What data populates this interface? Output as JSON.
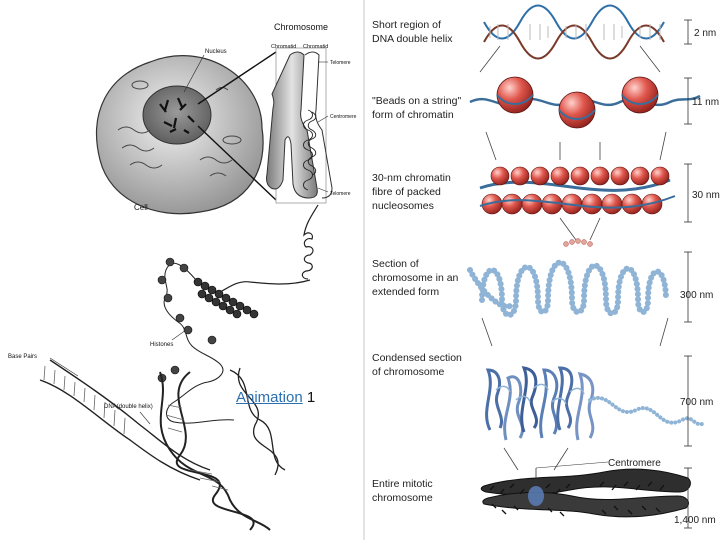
{
  "left": {
    "title": "Chromosome",
    "chromatid_left": "Chromatid",
    "chromatid_right": "Chromatid",
    "nucleus": "Nucleus",
    "telomere_top": "Telomere",
    "centromere": "Centromere",
    "telomere_bottom": "Telomere",
    "cell": "Cell",
    "histones": "Histones",
    "base_pairs": "Base Pairs",
    "dna": "DNA(double helix)"
  },
  "animation": {
    "link": "Animation",
    "suffix": " 1"
  },
  "levels": [
    {
      "label": [
        "Short region of",
        "DNA double helix"
      ],
      "size": "2 nm"
    },
    {
      "label": [
        "\"Beads on a string\"",
        "form of chromatin"
      ],
      "size": "11 nm"
    },
    {
      "label": [
        "30-nm chromatin",
        "fibre of packed",
        "nucleosomes"
      ],
      "size": "30 nm"
    },
    {
      "label": [
        "Section of",
        "chromosome in an",
        "extended form"
      ],
      "size": "300 nm"
    },
    {
      "label": [
        "Condensed section",
        "of chromosome"
      ],
      "size": "700 nm"
    },
    {
      "label": [
        "Entire mitotic",
        "chromosome"
      ],
      "size": "1,400 nm"
    }
  ],
  "centromere_right": "Centromere"
}
